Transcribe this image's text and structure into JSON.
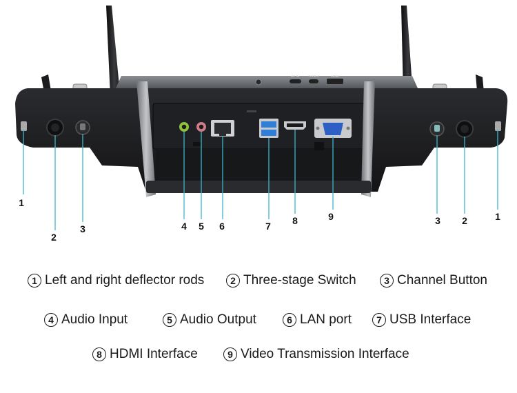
{
  "device": {
    "top_ports": [
      "DC IN",
      "TYPE-C",
      "HDMI"
    ]
  },
  "callouts": {
    "left_rod": "1",
    "left_switch": "2",
    "left_channel": "3",
    "audio_in": "4",
    "audio_out": "5",
    "lan": "6",
    "usb": "7",
    "hdmi": "8",
    "video": "9",
    "right_channel": "3",
    "right_switch": "2",
    "right_rod": "1"
  },
  "legend": [
    {
      "num": "1",
      "label": "Left and right deflector rods"
    },
    {
      "num": "2",
      "label": "Three-stage Switch"
    },
    {
      "num": "3",
      "label": "Channel Button"
    },
    {
      "num": "4",
      "label": "Audio Input"
    },
    {
      "num": "5",
      "label": "Audio Output"
    },
    {
      "num": "6",
      "label": "LAN port"
    },
    {
      "num": "7",
      "label": "USB Interface"
    },
    {
      "num": "8",
      "label": "HDMI Interface"
    },
    {
      "num": "9",
      "label": "Video Transmission Interface"
    }
  ],
  "colors": {
    "leader_line": "#3fb5cf",
    "body": "#1b1c1e",
    "body_top": "#6d7075",
    "audio_in_ring": "#8fc43a",
    "audio_out_ring": "#d07a8a",
    "usb_blue": "#2f7fd8",
    "vga_blue": "#2d5fc4"
  }
}
